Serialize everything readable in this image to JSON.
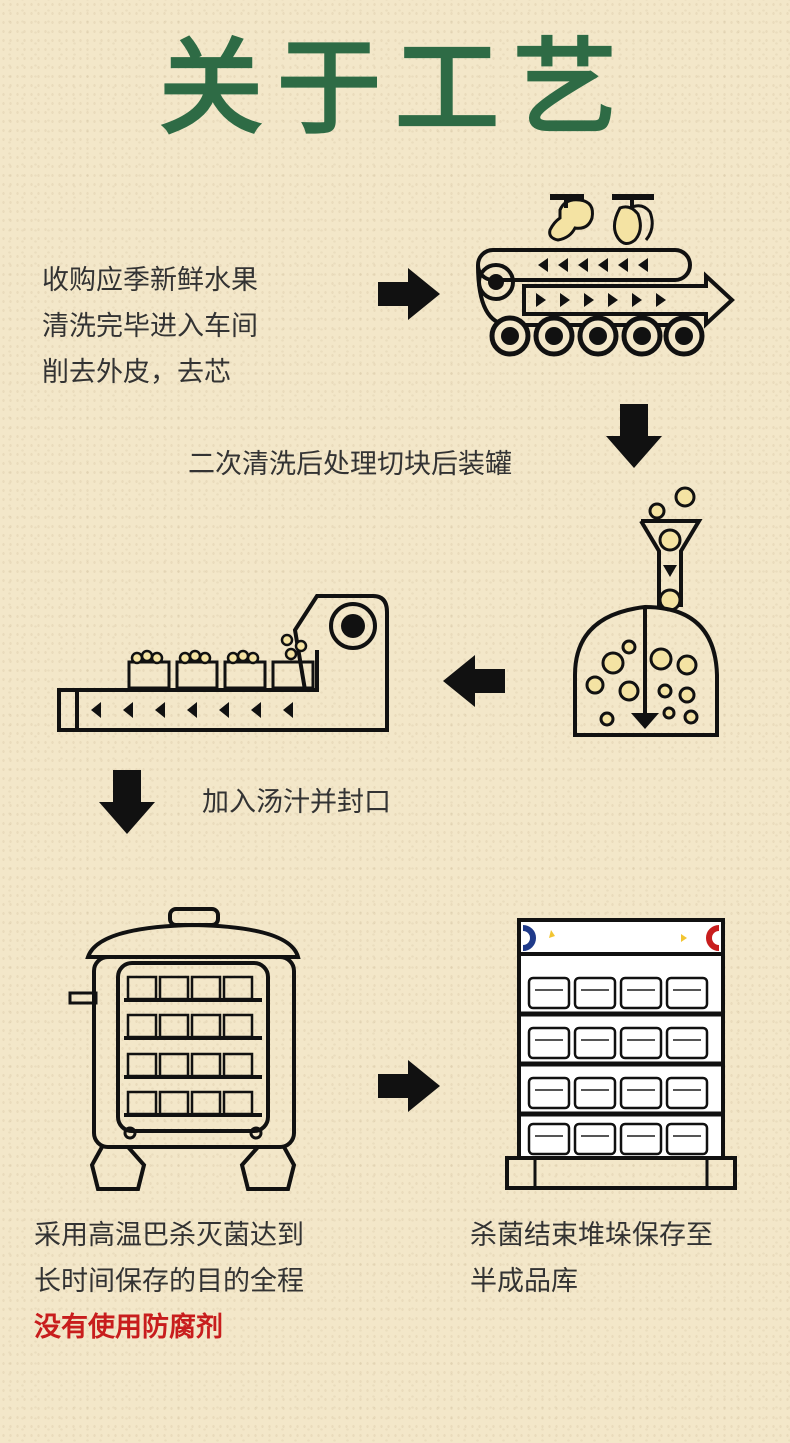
{
  "header": {
    "title": "关于工艺"
  },
  "steps": {
    "s1": [
      "收购应季新鲜水果",
      "清洗完毕进入车间",
      "削去外皮，去芯"
    ],
    "s2": "二次清洗后处理切块后装罐",
    "s3": "加入汤汁并封口",
    "s4": [
      "采用高温巴杀灭菌达到",
      "长时间保存的目的全程"
    ],
    "s4_highlight": "没有使用防腐剂",
    "s5": [
      "杀菌结束堆垛保存至",
      "半成品库"
    ]
  },
  "colors": {
    "title": "#2e6b45",
    "highlight": "#c81d1d",
    "fruit": "#f4e3a3",
    "ink": "#111111"
  }
}
